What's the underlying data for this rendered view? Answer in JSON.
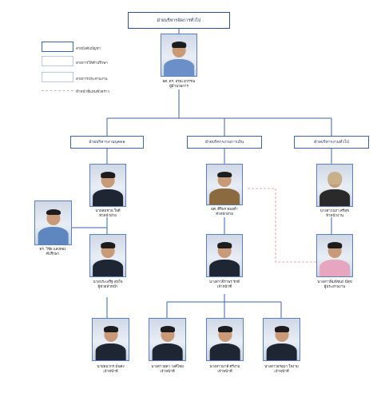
{
  "top_title": "ฝ่ายบริหารจัดการทั่วไป",
  "legend": [
    {
      "label": "สายบังคับบัญชา",
      "style": "dark"
    },
    {
      "label": "สายการให้คำปรึกษา",
      "style": "light"
    },
    {
      "label": "สายการประสานงาน",
      "style": "light"
    },
    {
      "label": "ทำหน้าที่แทนชั่วคราว",
      "style": "dashed"
    }
  ],
  "head": {
    "name": "ผศ. ดร. อรุณ สุวรรณ",
    "role": "ผู้อำนวยการ"
  },
  "departments": [
    {
      "label": "ฝ่ายบริหารงานบุคคล"
    },
    {
      "label": "ฝ่ายบริหารงานการเงิน"
    },
    {
      "label": "ฝ่ายบริหารงานทั่วไป"
    }
  ],
  "people": {
    "left_head": {
      "name": "นายสมชาย ใจดี",
      "role": "หัวหน้าฝ่าย"
    },
    "advisor": {
      "name": "ดร. วิชัย แสงทอง",
      "role": "ที่ปรึกษา"
    },
    "left_staff": {
      "name": "นายประเสริฐ สุขใจ",
      "role": "ผู้ช่วยหัวหน้า"
    },
    "mid_head": {
      "name": "ผศ. ศิริพร ทองคำ",
      "role": "หัวหน้าฝ่าย"
    },
    "mid_staff": {
      "name": "นางสาวจิราพร รักดี",
      "role": "เจ้าหน้าที่"
    },
    "right_head": {
      "name": "นางสาวนภา ศรีสุข",
      "role": "หัวหน้างาน"
    },
    "right_staff": {
      "name": "นางสาวพิมพ์ชนก มีสุข",
      "role": "ผู้ประสานงาน"
    },
    "bottom": [
      {
        "name": "นายธนากร มั่นคง",
        "role": "เจ้าหน้าที่"
      },
      {
        "name": "นางสาวสุดา วงศ์ไทย",
        "role": "เจ้าหน้าที่"
      },
      {
        "name": "นางสาวมาลี ศรีงาม",
        "role": "เจ้าหน้าที่"
      },
      {
        "name": "นางสาวอรอุมา ใจงาม",
        "role": "เจ้าหน้าที่"
      }
    ]
  },
  "colors": {
    "line": "#3b63b0",
    "dashed": "#e08a8a",
    "legend_light": "#b9c7e6",
    "legend_dashed": "#b0b8c8"
  }
}
